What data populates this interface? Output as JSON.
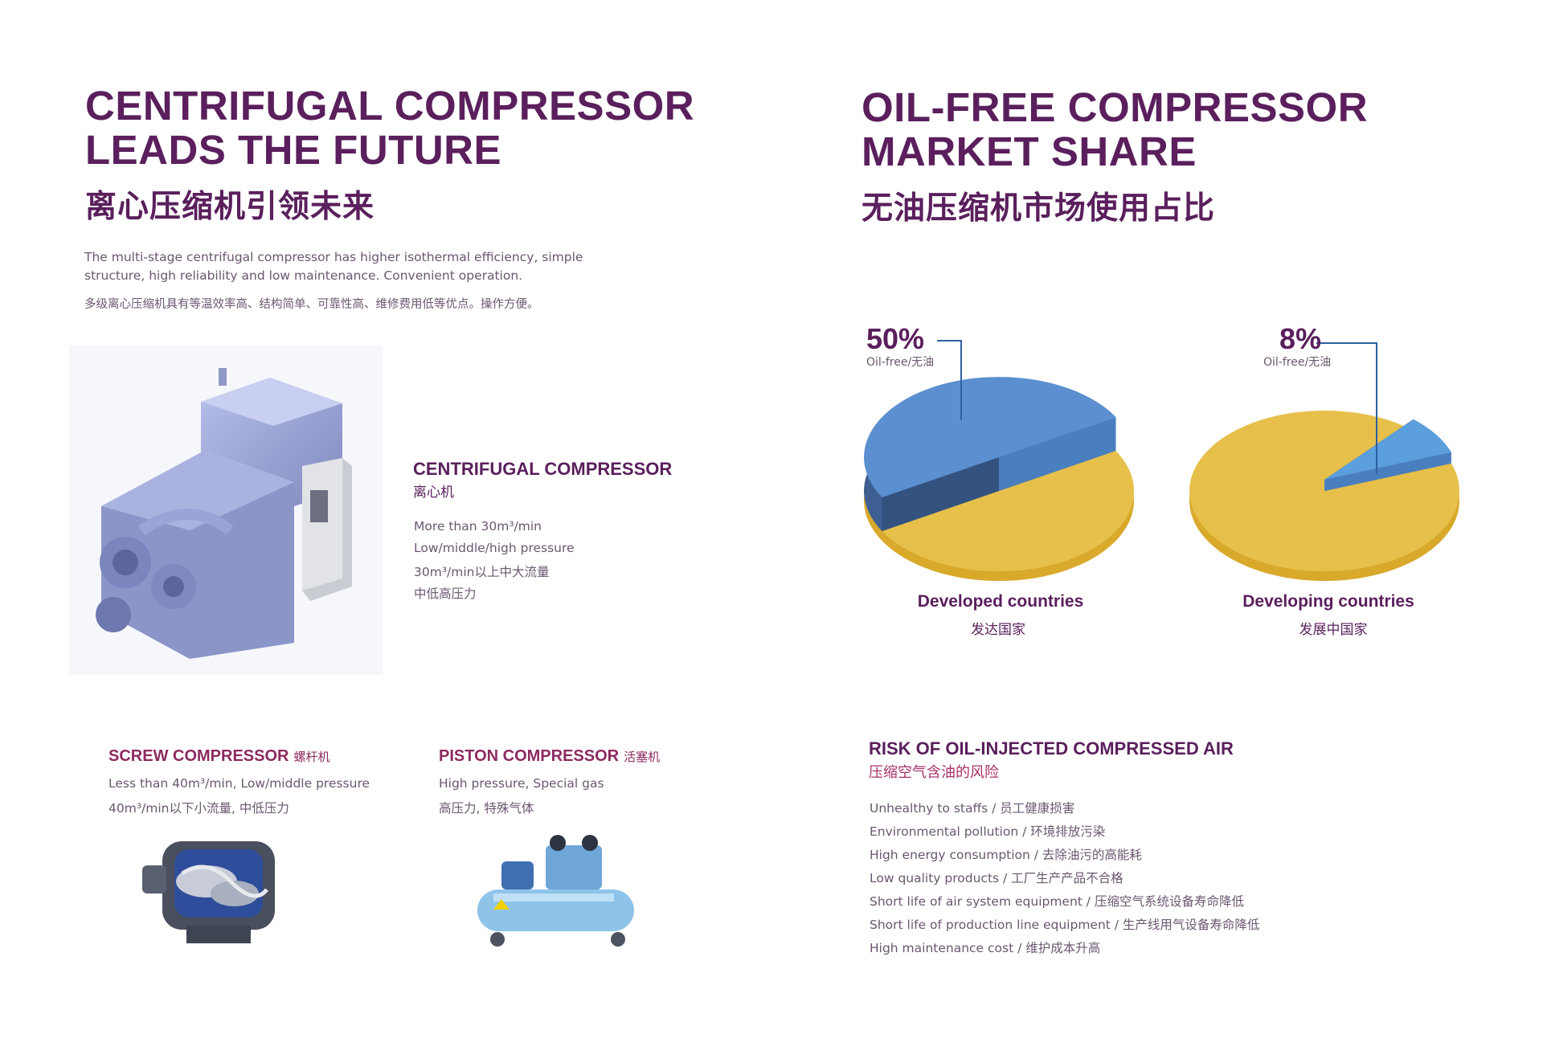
{
  "left": {
    "title_line1": "CENTRIFUGAL COMPRESSOR",
    "title_line2": "LEADS THE  FUTURE",
    "title_cn": "离心压缩机引领未来",
    "intro_en_1": "The multi-stage centrifugal compressor has higher isothermal efficiency, simple",
    "intro_en_2": "structure, high reliability and low maintenance.  Convenient operation.",
    "intro_cn": "多级离心压缩机具有等温效率高、结构简单、可靠性高、维修费用低等优点。操作方便。",
    "centrifugal": {
      "title": "CENTRIFUGAL COMPRESSOR",
      "title_cn": "离心机",
      "lines": [
        "More than 30m³/min",
        "Low/middle/high pressure",
        "30m³/min以上中大流量",
        "中低高压力"
      ]
    },
    "screw": {
      "title": "SCREW COMPRESSOR",
      "title_cn": "螺杆机",
      "lines": [
        "Less than 40m³/min, Low/middle pressure",
        "40m³/min以下小流量, 中低压力"
      ]
    },
    "piston": {
      "title": "PISTON COMPRESSOR",
      "title_cn": "活塞机",
      "lines": [
        "High pressure, Special gas",
        "高压力, 特殊气体"
      ]
    }
  },
  "right": {
    "title_line1": "OIL-FREE COMPRESSOR",
    "title_line2": "MARKET SHARE",
    "title_cn": "无油压缩机市场使用占比",
    "risk": {
      "title": "RISK OF OIL-INJECTED COMPRESSED AIR",
      "title_cn": "压缩空气含油的风险",
      "items": [
        "Unhealthy to staffs / 员工健康损害",
        "Environmental pollution / 环境排放污染",
        "High energy consumption / 去除油污的高能耗",
        "Low quality products / 工厂生产产品不合格",
        "Short life of air system equipment / 压缩空气系统设备寿命降低",
        "Short life of production line equipment / 生产线用气设备寿命降低",
        "High maintenance cost / 维护成本升高"
      ]
    }
  },
  "chart_data": [
    {
      "type": "pie",
      "title": "Developed countries",
      "subtitle": "发达国家",
      "value_label": "50%",
      "slices": [
        {
          "label": "Oil-free/无油",
          "value": 50,
          "color": "#5b8fd0"
        },
        {
          "label": "",
          "value": 50,
          "color": "#e6c04a"
        }
      ]
    },
    {
      "type": "pie",
      "title": "Developing countries",
      "subtitle": "发展中国家",
      "value_label": "8%",
      "slices": [
        {
          "label": "Oil-free/无油",
          "value": 8,
          "color": "#5b9fdc"
        },
        {
          "label": "",
          "value": 92,
          "color": "#e6c04a"
        }
      ]
    }
  ]
}
